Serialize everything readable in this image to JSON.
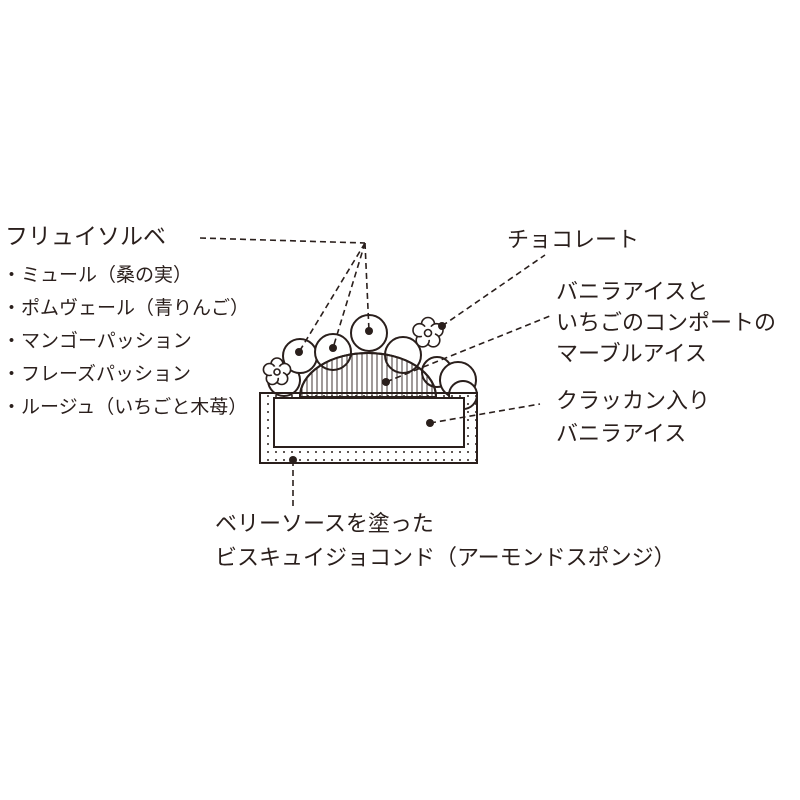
{
  "sorbet": {
    "title": "フリュイソルベ",
    "items": [
      "・ミュール（桑の実）",
      "・ポムヴェール（青りんご）",
      "・マンゴーパッション",
      "・フレーズパッション",
      "・ルージュ（いちごと木苺）"
    ]
  },
  "labels": {
    "chocolate": "チョコレート",
    "vanilla_marble": [
      "バニラアイスと",
      "いちごのコンポートの",
      "マーブルアイス"
    ],
    "cracker_vanilla": [
      "クラッカン入り",
      "バニラアイス"
    ],
    "biscuit": [
      "ベリーソースを塗った",
      "ビスキュイジョコンド（アーモンドスポンジ）"
    ]
  },
  "colors": {
    "ink": "#2a1f1c",
    "background": "#ffffff"
  }
}
